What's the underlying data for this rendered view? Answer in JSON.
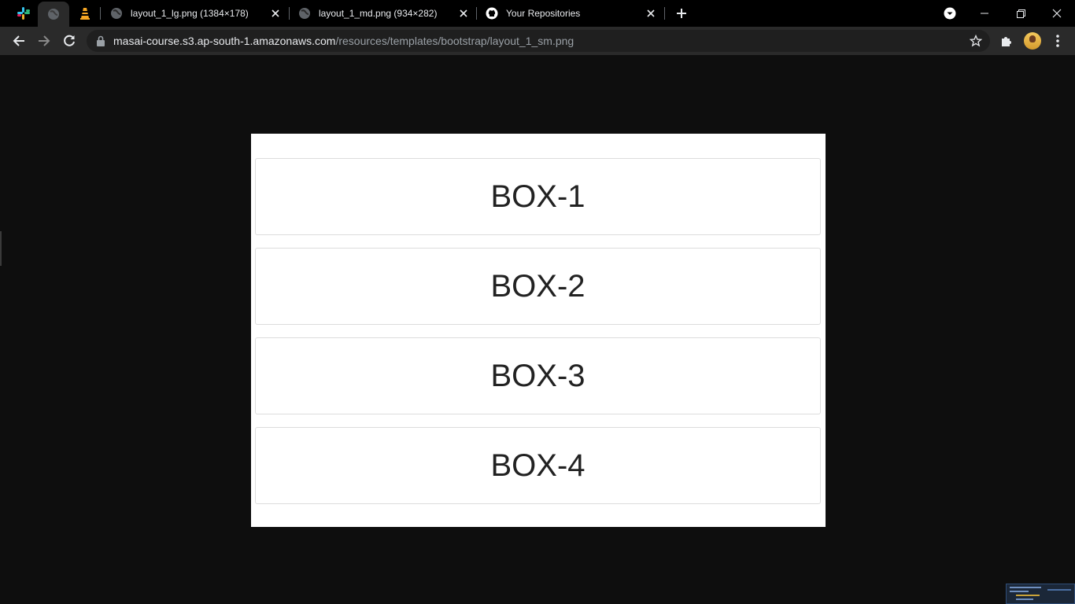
{
  "tabs": {
    "pinned": [
      "slack-icon",
      "globe-icon",
      "cone-icon"
    ],
    "items": [
      {
        "label": "layout_1_lg.png (1384×178)",
        "icon": "globe-icon"
      },
      {
        "label": "layout_1_md.png (934×282)",
        "icon": "globe-icon"
      },
      {
        "label": "Your Repositories",
        "icon": "github-icon"
      }
    ]
  },
  "toolbar": {
    "url_host": "masai-course.s3.ap-south-1.amazonaws.com",
    "url_path": "/resources/templates/bootstrap/layout_1_sm.png"
  },
  "content": {
    "boxes": [
      "BOX-1",
      "BOX-2",
      "BOX-3",
      "BOX-4"
    ]
  },
  "colors": {
    "tab_bar": "#000000",
    "toolbar": "#2a2a2a",
    "viewport": "#0e0e0e",
    "image_bg": "#ffffff",
    "box_border": "#dcdcdc"
  }
}
